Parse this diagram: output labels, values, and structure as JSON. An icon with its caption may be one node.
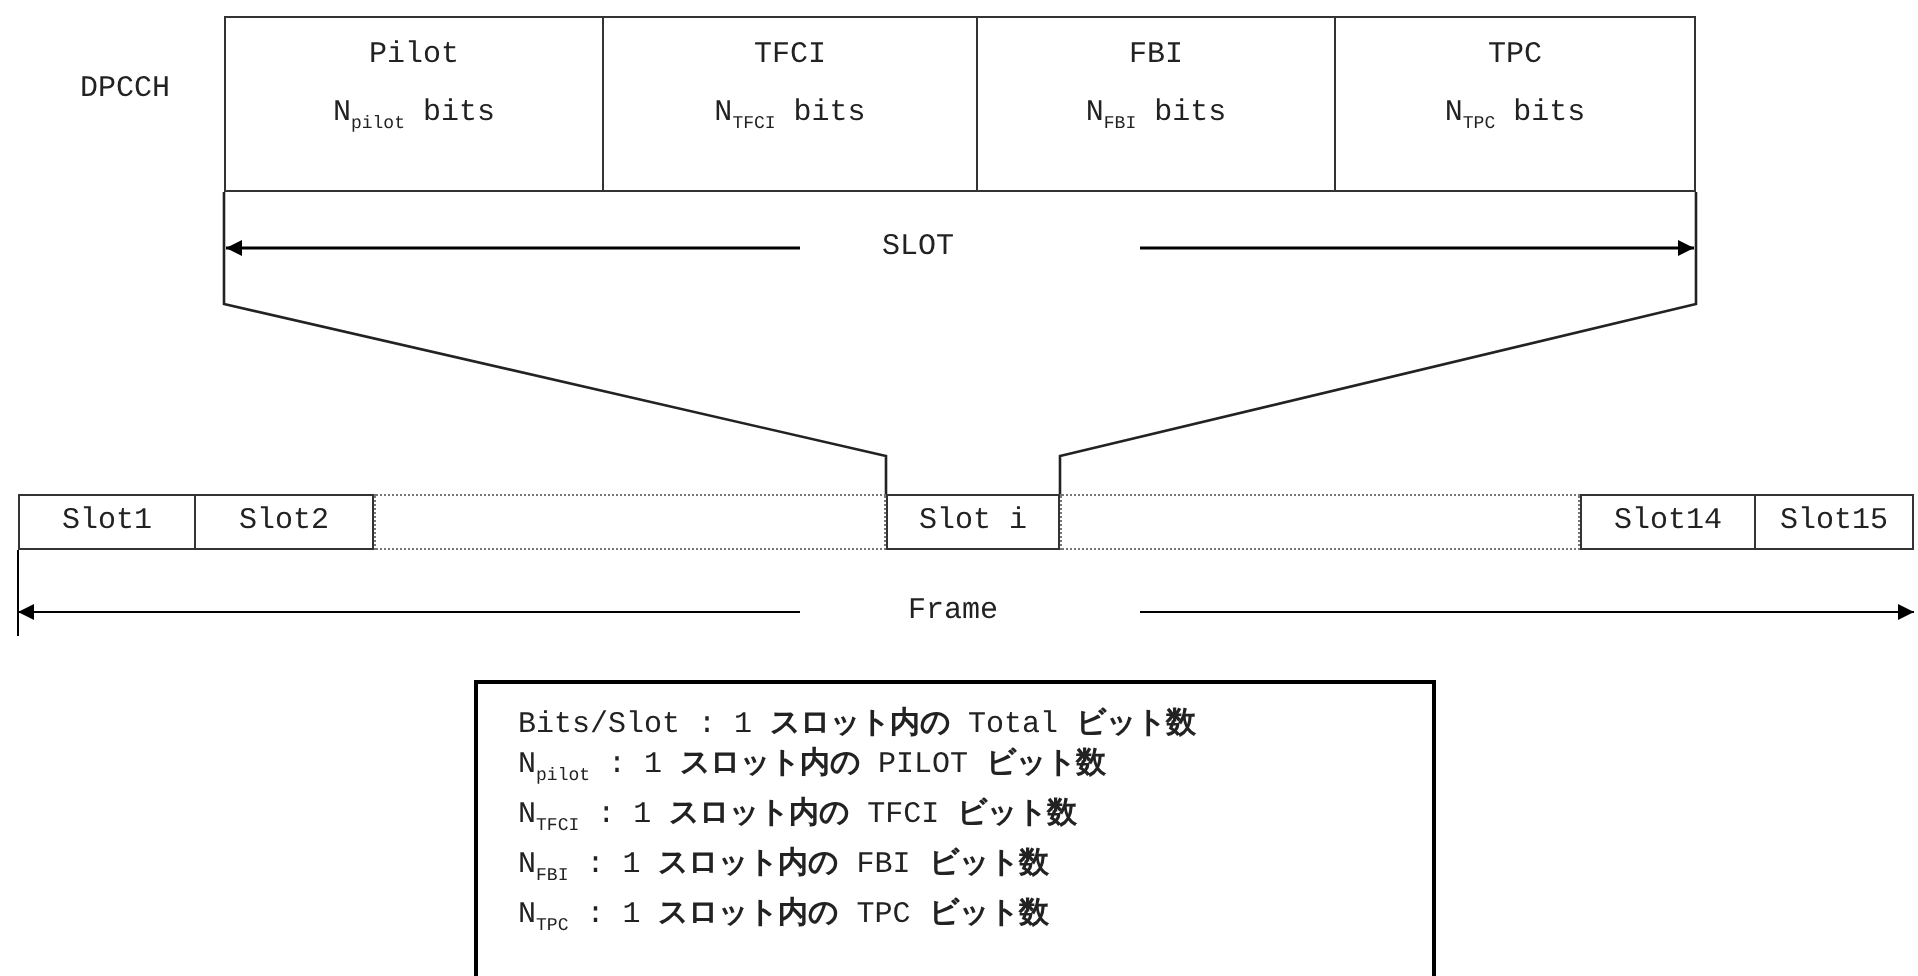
{
  "diagram": {
    "nodes": [
      {
        "text": [
          "Pilot",
          "N$_{pilot}$ bits"
        ]
      },
      {
        "text": [
          "TFCI",
          "N$_{TFCI}$ bits"
        ]
      },
      {
        "text": [
          "FBI",
          "N$_{FBI}$ bits"
        ]
      },
      {
        "text": [
          "TPC",
          "N$_{TPC}$ bits"
        ]
      },
      {
        "text": [
          "Slot1"
        ]
      },
      {
        "text": [
          "Slot2"
        ]
      },
      {
        "text": [],
        "shape": "box"
      },
      {
        "text": [
          "Slot i"
        ]
      },
      {
        "text": [],
        "shape": "box"
      },
      {
        "text": [
          "Slot14"
        ]
      },
      {
        "text": [
          "Slot15"
        ]
      },
      {
        "text": [
          "Bits/Slot : 1 スロット内の Total ビット数",
          "N$_{pilot}$ : 1 スロット内の PILOT ビット数",
          "N$_{TFCI}$ : 1 スロット内の TFCI ビット数",
          "N$_{FBI}$ : 1 スロット内の FBI ビット数",
          "N$_{TPC}$ : 1 スロット内の TPC ビット数"
        ]
      }
    ],
    "edges": [
      {
        "from": 0,
        "to": 7,
        "arrow": "none"
      },
      {
        "from": 3,
        "to": 7,
        "arrow": "none"
      }
    ],
    "labels": [
      "DPCCH",
      "SLOT",
      "Frame"
    ]
  }
}
